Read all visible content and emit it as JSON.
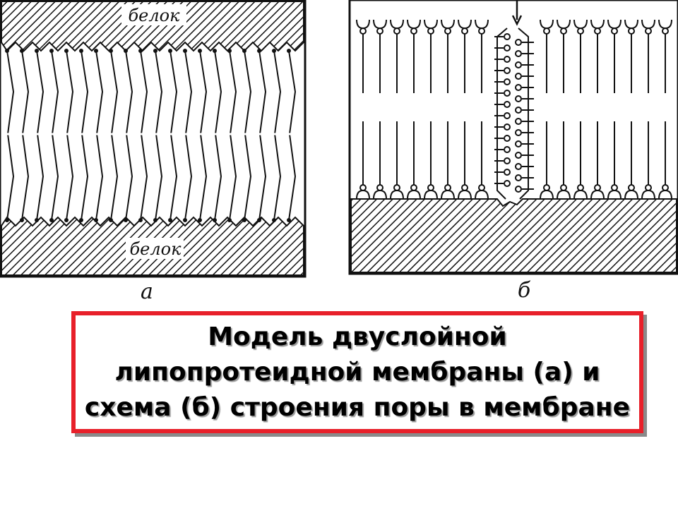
{
  "diagram": {
    "panel_a": {
      "top_label": "белок",
      "bottom_label": "белок",
      "panel_letter": "а"
    },
    "panel_b": {
      "panel_letter": "б"
    }
  },
  "caption": {
    "lines": [
      "Модель двуслойной",
      "липопротеидной мембраны (а) и",
      "схема (б) строения поры в мембране"
    ],
    "border_color": "#e8202a"
  }
}
